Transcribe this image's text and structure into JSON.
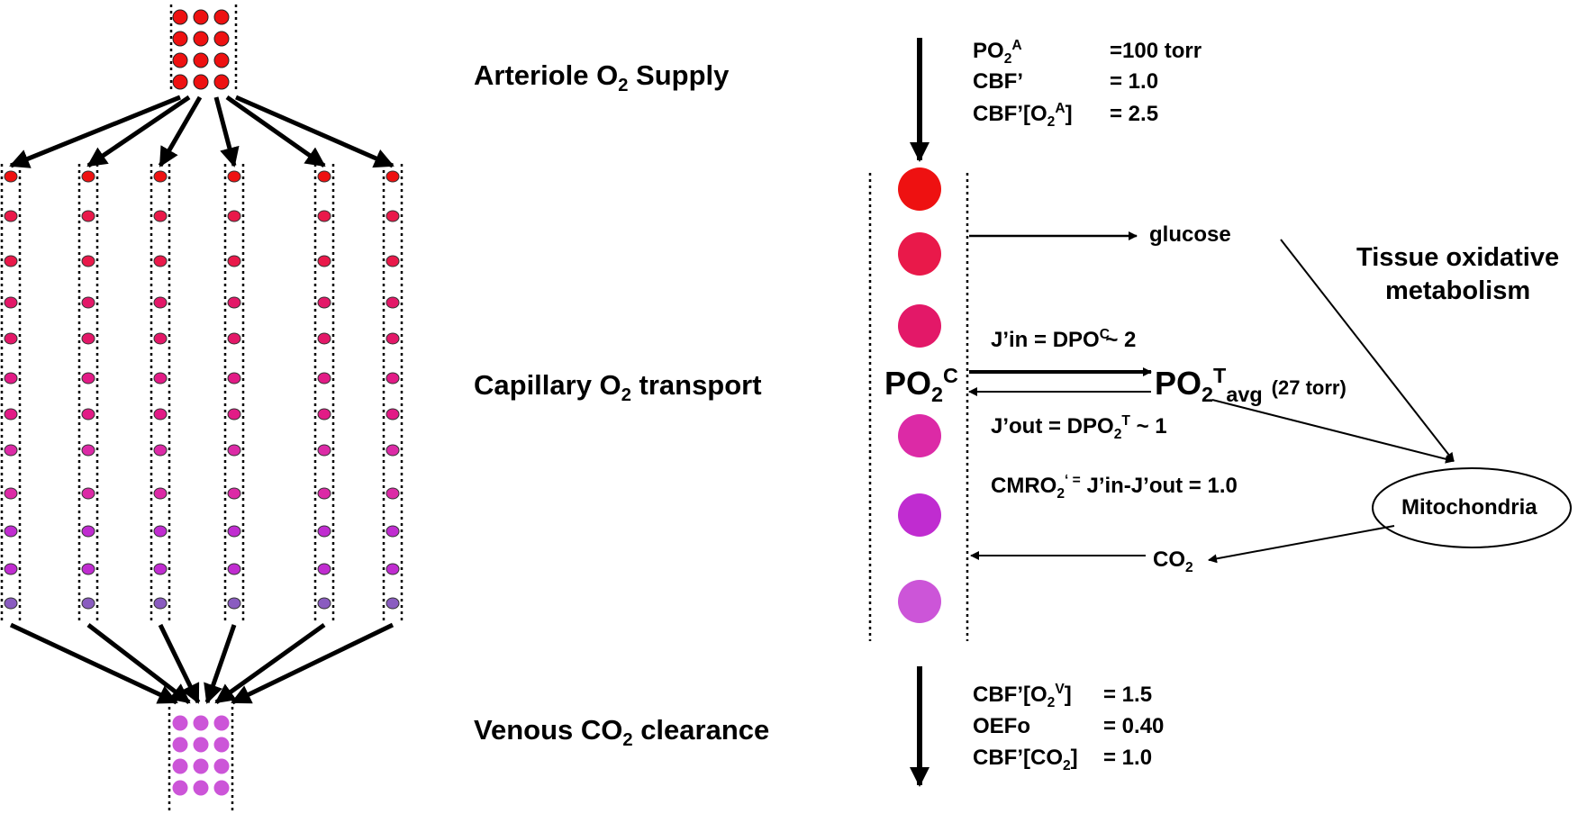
{
  "colors": {
    "arterial": "#ee1111",
    "line": "#000000",
    "capillary_gradient": [
      "#ee1111",
      "#e9194a",
      "#e31868",
      "#e21b86",
      "#dc2aa6",
      "#c02cd0",
      "#8a5cc0"
    ],
    "venous": "#cc55d8",
    "mito_fill": "#ffffff"
  },
  "stages": {
    "arteriole": {
      "pre": "Arteriole O",
      "sub": "2",
      "post": " Supply"
    },
    "capillary": {
      "pre": "Capillary O",
      "sub": "2",
      "post": " transport"
    },
    "venous": {
      "pre": "Venous CO",
      "sub": "2",
      "post": " clearance"
    }
  },
  "arterial_params": {
    "row1": {
      "name": "PO",
      "sub": "2",
      "sup": "A",
      "value": "=100 torr"
    },
    "row2": {
      "name": "CBF’",
      "value": "= 1.0"
    },
    "row3": {
      "name_pre": "CBF’[O",
      "sub": "2",
      "sup": "A",
      "name_post": "]",
      "value": "= 2.5"
    }
  },
  "venous_params": {
    "row1": {
      "name_pre": "CBF’[O",
      "sub": "2",
      "sup": "V",
      "name_post": "]",
      "value": "= 1.5"
    },
    "row2": {
      "name": "OEFo",
      "value": "= 0.40"
    },
    "row3": {
      "name_pre": "CBF’[CO",
      "sub": "2",
      "name_post": "]",
      "value": "= 1.0"
    }
  },
  "capillary_node": {
    "pre": "PO",
    "sub": "2",
    "sup": "C"
  },
  "tissue_node": {
    "pre": "PO",
    "sub": "2",
    "sup": "T",
    "sub2": "avg",
    "note": "(27 torr)"
  },
  "flux": {
    "j_in": {
      "pre": "J’in =  DPO",
      "sub": "2",
      "sup": "C",
      "post": " ~  2"
    },
    "j_out": {
      "pre": "J’out = DPO",
      "sub": "2",
      "sup": "T",
      "post": " ~ 1"
    },
    "cmro2": {
      "pre": "CMRO",
      "sub": "2",
      "sup": "‘ =",
      "post": "  J’in-J’out = 1.0"
    }
  },
  "glucose": "glucose",
  "co2": {
    "pre": "CO",
    "sub": "2"
  },
  "tissue_title": {
    "line1": "Tissue oxidative",
    "line2": "metabolism"
  },
  "mitochondria": "Mitochondria"
}
